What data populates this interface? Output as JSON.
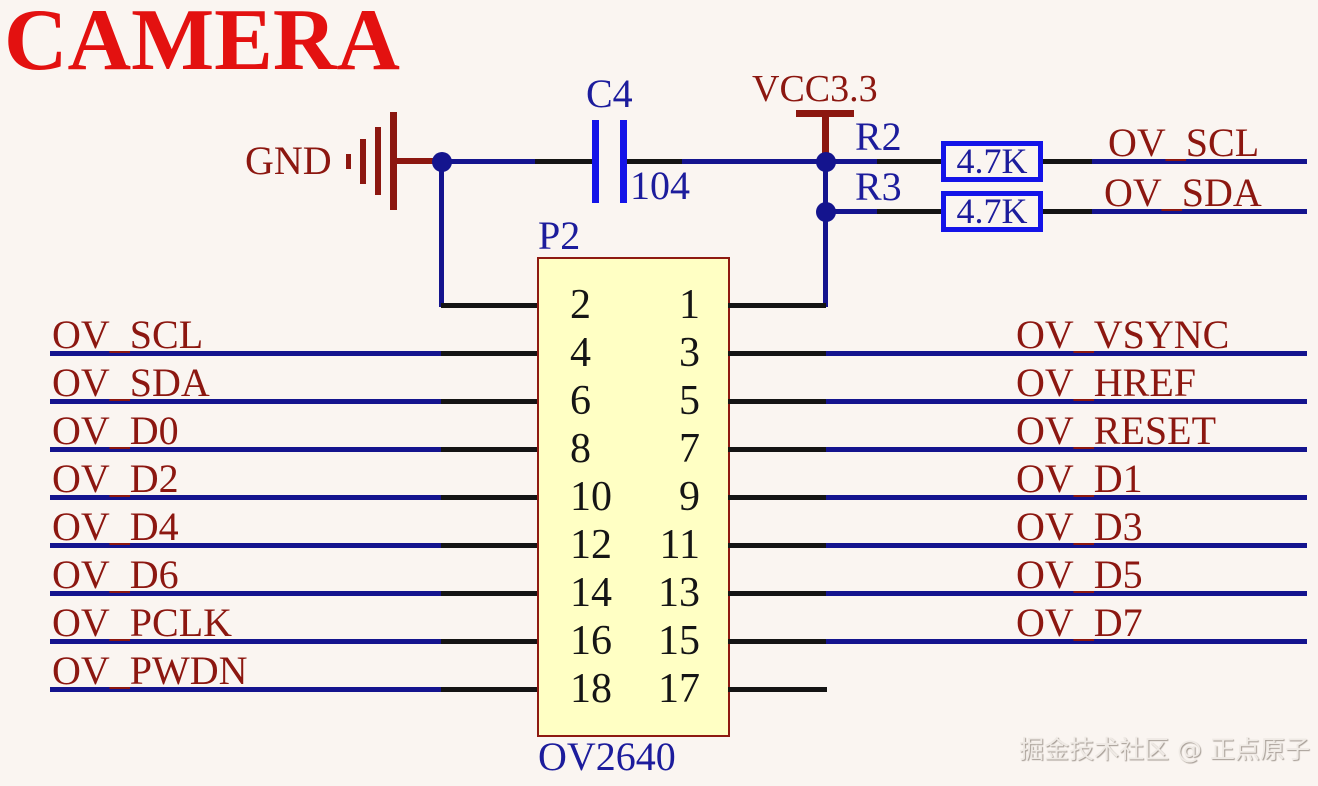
{
  "title": "CAMERA",
  "watermark": "掘金技术社区 @ 正点原子",
  "power": {
    "gnd": "GND",
    "vcc": "VCC3.3"
  },
  "capacitor": {
    "ref": "C4",
    "value": "104"
  },
  "resistors": [
    {
      "ref": "R2",
      "value": "4.7K",
      "net": "OV_SCL"
    },
    {
      "ref": "R3",
      "value": "4.7K",
      "net": "OV_SDA"
    }
  ],
  "connector": {
    "ref": "P2",
    "part": "OV2640",
    "left_pins": [
      "2",
      "4",
      "6",
      "8",
      "10",
      "12",
      "14",
      "16",
      "18"
    ],
    "right_pins": [
      "1",
      "3",
      "5",
      "7",
      "9",
      "11",
      "13",
      "15",
      "17"
    ]
  },
  "signals": {
    "left": [
      "OV_SCL",
      "OV_SDA",
      "OV_D0",
      "OV_D2",
      "OV_D4",
      "OV_D6",
      "OV_PCLK",
      "OV_PWDN"
    ],
    "right": [
      "OV_VSYNC",
      "OV_HREF",
      "OV_RESET",
      "OV_D1",
      "OV_D3",
      "OV_D5",
      "OV_D7"
    ]
  },
  "colors": {
    "title_red": "#E31110",
    "net_maroon": "#8C1710",
    "wire_navy": "#14148E",
    "component_blue": "#1414E8",
    "blue_text": "#1C1C9C",
    "connector_fill": "#FFFFC4",
    "background": "#FAF5F1"
  }
}
